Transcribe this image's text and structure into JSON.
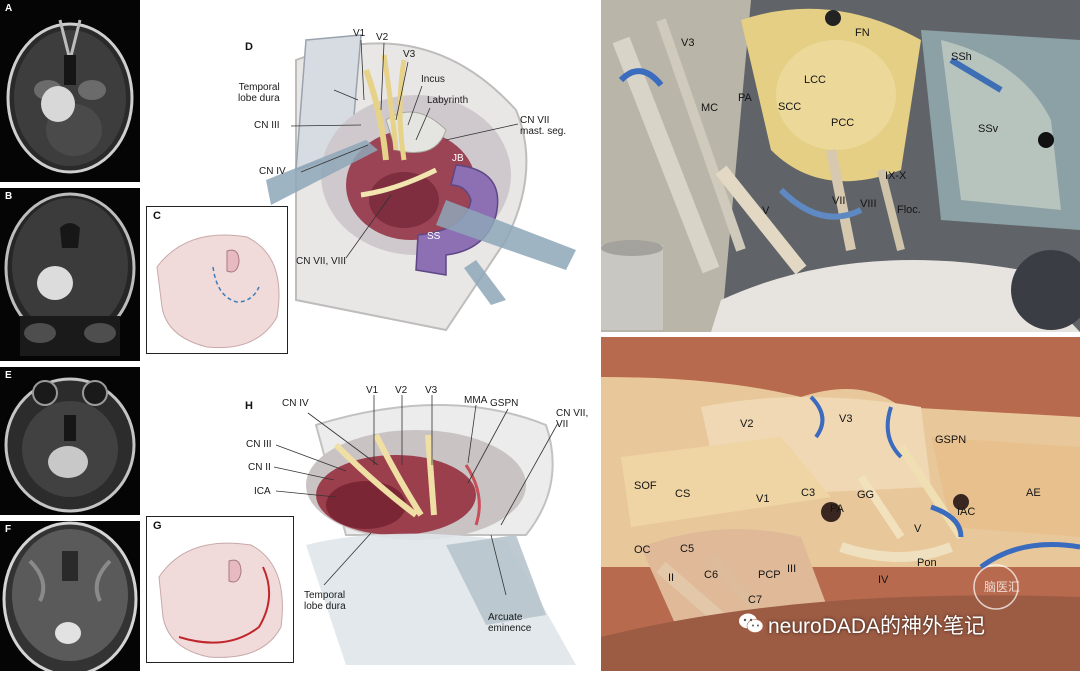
{
  "mri_panels": {
    "a": "A",
    "b": "B",
    "e": "E",
    "f": "F"
  },
  "illustration_top": {
    "panel_letter": "D",
    "inset_letter": "C",
    "labels": {
      "v1": "V1",
      "v2": "V2",
      "v3": "V3",
      "incus": "Incus",
      "temporal_lobe_dura": "Temporal\nlobe dura",
      "labyrinth": "Labyrinth",
      "cn_iii": "CN III",
      "cn_vii_mast": "CN VII\nmast. seg.",
      "jb": "JB",
      "cn_iv": "CN IV",
      "ss": "SS",
      "cn_vii_viii": "CN VII, VIII"
    }
  },
  "illustration_bottom": {
    "panel_letter": "H",
    "inset_letter": "G",
    "labels": {
      "cn_iv": "CN IV",
      "v1": "V1",
      "v2": "V2",
      "v3": "V3",
      "mma": "MMA",
      "gspn": "GSPN",
      "cn_vii_vii": "CN VII,\nVII",
      "cn_iii": "CN III",
      "cn_ii": "CN II",
      "ica": "ICA",
      "temporal_lobe_dura": "Temporal\nlobe dura",
      "arcuate_eminence": "Arcuate\neminence"
    }
  },
  "photo_top": {
    "labels": {
      "v3": "V3",
      "fn": "FN",
      "lcc": "LCC",
      "ssh": "SSh",
      "mc": "MC",
      "pa": "PA",
      "scc": "SCC",
      "pcc": "PCC",
      "ssv": "SSv",
      "ix_x": "IX-X",
      "v": "V",
      "vii": "VII",
      "viii": "VIII",
      "floc": "Floc."
    }
  },
  "photo_bottom": {
    "labels": {
      "v2": "V2",
      "v3": "V3",
      "gspn": "GSPN",
      "sof": "SOF",
      "cs": "CS",
      "v1": "V1",
      "c3": "C3",
      "pa": "PA",
      "gg": "GG",
      "iac": "IAC",
      "ae": "AE",
      "v": "V",
      "oc": "OC",
      "c5": "C5",
      "ii": "II",
      "c6": "C6",
      "pcp": "PCP",
      "iii": "III",
      "pon": "Pon",
      "iv": "IV",
      "c7": "C7"
    }
  },
  "watermark": {
    "text": "neuroDADA的神外笔记",
    "seal": "脑医汇"
  }
}
